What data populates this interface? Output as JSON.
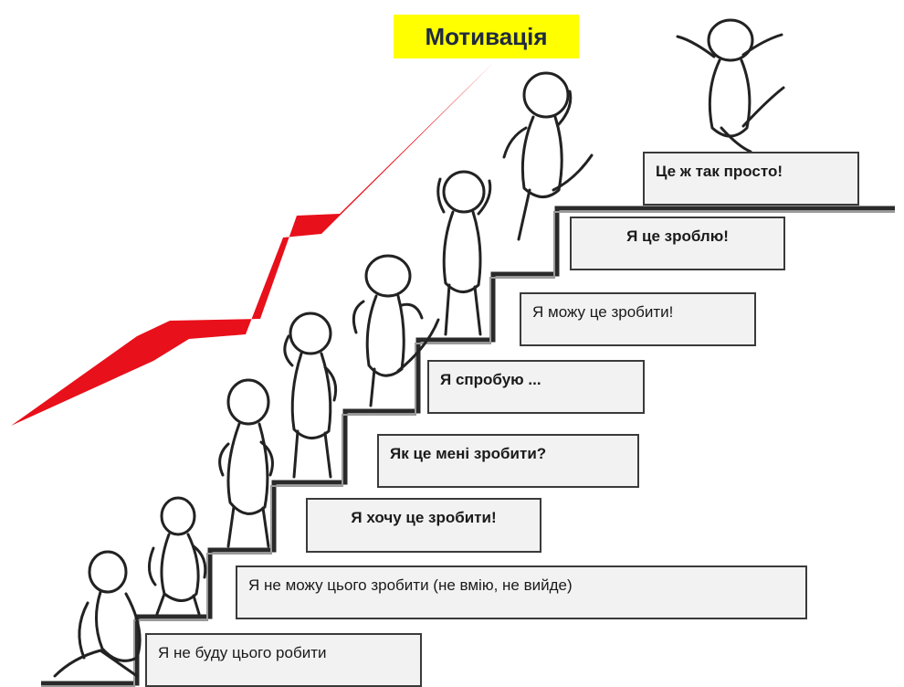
{
  "title": "Мотивація",
  "steps": [
    {
      "label": "Я не буду цього робити"
    },
    {
      "label": "Я не можу цього зробити (не вмію, не вийде)"
    },
    {
      "label": "Я хочу це зробити!"
    },
    {
      "label": "Як це мені зробити?"
    },
    {
      "label": "Я спробую ..."
    },
    {
      "label": "Я можу це зробити!"
    },
    {
      "label": "Я це зроблю!"
    },
    {
      "label": "Це ж так просто!"
    }
  ],
  "colors": {
    "arrow": "#e8101a",
    "title_background": "#ffff00",
    "box_background": "#f2f2f2",
    "line": "#2a2a2a"
  }
}
